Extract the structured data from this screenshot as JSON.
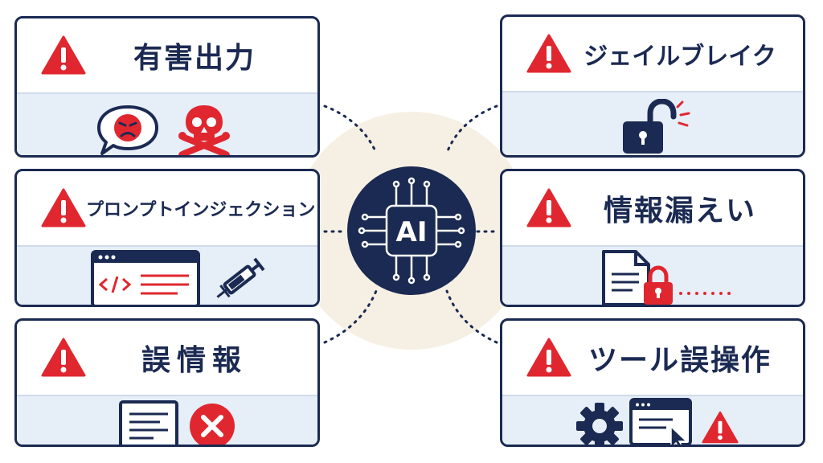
{
  "hub": {
    "label": "AI"
  },
  "risks": {
    "harmful_output": {
      "title": "有害出力"
    },
    "prompt_injection": {
      "title": "プロンプトインジェクション"
    },
    "misinformation": {
      "title": "誤情報"
    },
    "jailbreak": {
      "title": "ジェイルブレイク"
    },
    "information_leak": {
      "title": "情報漏えい"
    },
    "tool_misuse": {
      "title": "ツール誤操作"
    }
  },
  "colors": {
    "navy": "#1b2a52",
    "red": "#e0272f",
    "panel_blue": "#e6eef8",
    "hub_glow": "#f6f0e4"
  },
  "icons": {
    "warning": "warning-triangle-icon",
    "angry_speech": "angry-speech-bubble-icon",
    "skull": "skull-crossbones-icon",
    "code_window": "code-window-icon",
    "syringe": "syringe-icon",
    "document": "document-icon",
    "error": "x-circle-icon",
    "unlocked": "unlocked-padlock-icon",
    "locked_document": "document-lock-icon",
    "gear": "gear-icon",
    "cursor_window": "browser-cursor-icon",
    "chip": "ai-chip-icon"
  }
}
